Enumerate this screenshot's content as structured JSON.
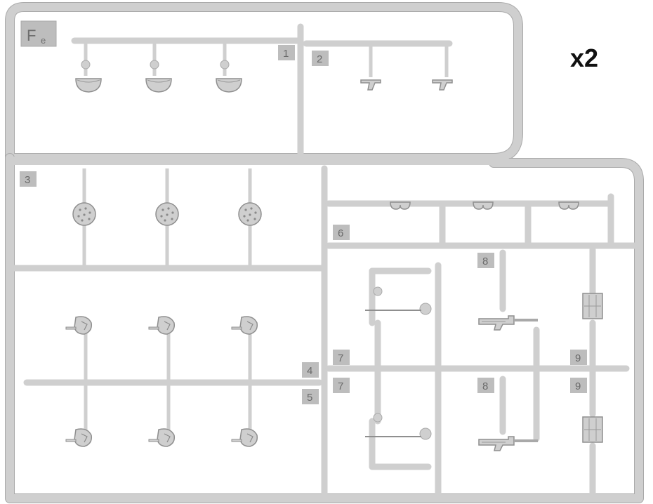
{
  "sprue": {
    "id_main": "F",
    "id_sub": "e",
    "quantity": "x2",
    "part_labels": [
      "1",
      "2",
      "3",
      "4",
      "5",
      "6",
      "7",
      "7",
      "8",
      "8",
      "9",
      "9"
    ]
  },
  "colors": {
    "plastic": "#cfcfcf",
    "plastic_edge": "#a9a9a9",
    "part_shadow": "#9a9a9a",
    "label_tab": "#bdbdbd",
    "background": "#ffffff",
    "quantity_text": "#111111"
  }
}
